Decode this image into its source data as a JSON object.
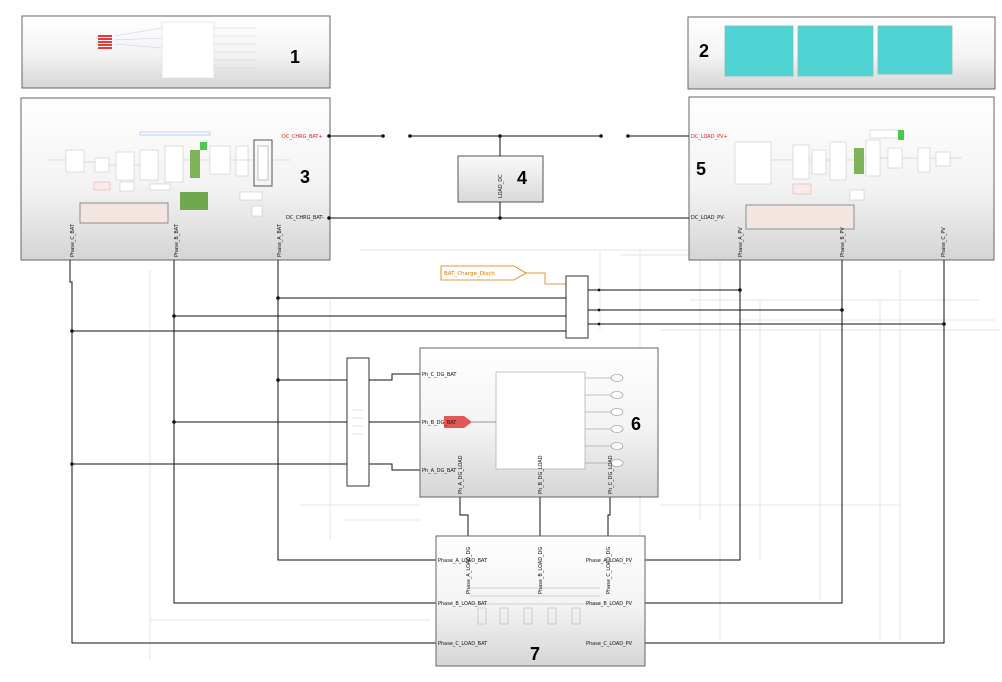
{
  "blocks": [
    {
      "id": "b1",
      "number": "1"
    },
    {
      "id": "b2",
      "number": "2"
    },
    {
      "id": "b3",
      "number": "3"
    },
    {
      "id": "b4",
      "number": "4"
    },
    {
      "id": "b5",
      "number": "5"
    },
    {
      "id": "b6",
      "number": "6"
    },
    {
      "id": "b7",
      "number": "7"
    }
  ],
  "subsystem3": {
    "ports": {
      "dc_pos": "DC_CHRG_BAT+",
      "dc_neg": "DC_CHRG_BAT-",
      "phase_c": "Phase_C_BAT",
      "phase_b": "Phase_B_BAT",
      "phase_a": "Phase_A_BAT"
    }
  },
  "subsystem4": {
    "label": "LOAD_DC"
  },
  "subsystem5": {
    "ports": {
      "dc_pos": "DC_LOAD_PV+",
      "dc_neg": "DC_LOAD_PV-",
      "phase_a": "Phase_A_PV",
      "phase_b": "Phase_B_PV",
      "phase_c": "Phase_C_PV"
    }
  },
  "goto_tag": "BAT_Charge_Disch",
  "subsystem6": {
    "inputs": {
      "ph_c": "Ph_C_DG_BAT",
      "ph_b": "Ph_B_DG_BAT",
      "ph_a": "Ph_A_DG_BAT"
    },
    "outputs": {
      "ph_a": "Ph_A_DG_LOAD",
      "ph_b": "Ph_B_DG_LOAD",
      "ph_c": "Ph_C_DG_LOAD"
    }
  },
  "subsystem7": {
    "top": {
      "a": "Phase_A_LOAD_DG",
      "b": "Phase_B_LOAD_DG",
      "c": "Phase_C_LOAD_DG"
    },
    "left": {
      "a": "Phase_A_LOAD_BAT",
      "b": "Phase_B_LOAD_BAT",
      "c": "Phase_C_LOAD_BAT"
    },
    "right": {
      "a": "Phase_A_LOAD_PV",
      "b": "Phase_B_LOAD_PV",
      "c": "Phase_C_LOAD_PV"
    }
  },
  "colors": {
    "block_border": "#555555",
    "wire": "#111111",
    "scope_fill": "#4fd3d3",
    "dc_label": "#e21b1b",
    "goto": "#e07800",
    "faint": "#e2e2e2"
  }
}
